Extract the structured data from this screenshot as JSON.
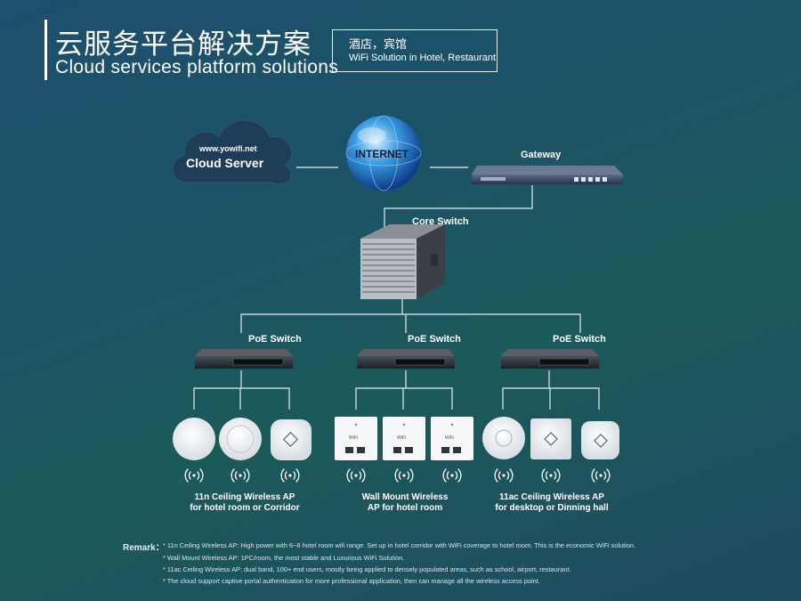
{
  "header": {
    "title_cn": "云服务平台解决方案",
    "title_en": "Cloud services platform solutions",
    "box_cn": "酒店，宾馆",
    "box_en": "WiFi Solution in Hotel, Restaurant"
  },
  "network": {
    "cloud_url": "www.yowifi.net",
    "cloud_label": "Cloud Server",
    "internet_label": "INTERNET",
    "gateway_label": "Gateway",
    "core_switch_label": "Core Switch",
    "poe_switch_label": "PoE Switch",
    "wifi_badge": "WiFi"
  },
  "groups": [
    {
      "caption_line1": "11n Ceiling Wireless AP",
      "caption_line2": "for hotel room or Corridor"
    },
    {
      "caption_line1": "Wall Mount Wireless",
      "caption_line2": "AP for hotel room"
    },
    {
      "caption_line1": "11ac Ceiling Wireless AP",
      "caption_line2": "for desktop or Dinning hall"
    }
  ],
  "remark": {
    "label": "Remark：",
    "notes": [
      "* 11n Ceiling Wireless AP: High power with 6~8 hotel room wifi range. Set up in hotel corridor with WiFi coverage to hotel room. This is the economic WiFi solution.",
      "* Wall Mount Wireless AP: 1PC/room, the most stable and Luxurious WiFi Solution.",
      "* 11ac Ceiling Wireless AP: dual band, 100+ end users, mostly being applied to densely populated areas, such as school, airport, restaurant.",
      "* The cloud support captive portal authentication for more professional application, then can manage all the wireless access point."
    ]
  },
  "colors": {
    "line": "#c8d6dc",
    "cloud": "#1e3d57",
    "device": "#2a2d33",
    "ap_white": "#f4f6f7"
  }
}
